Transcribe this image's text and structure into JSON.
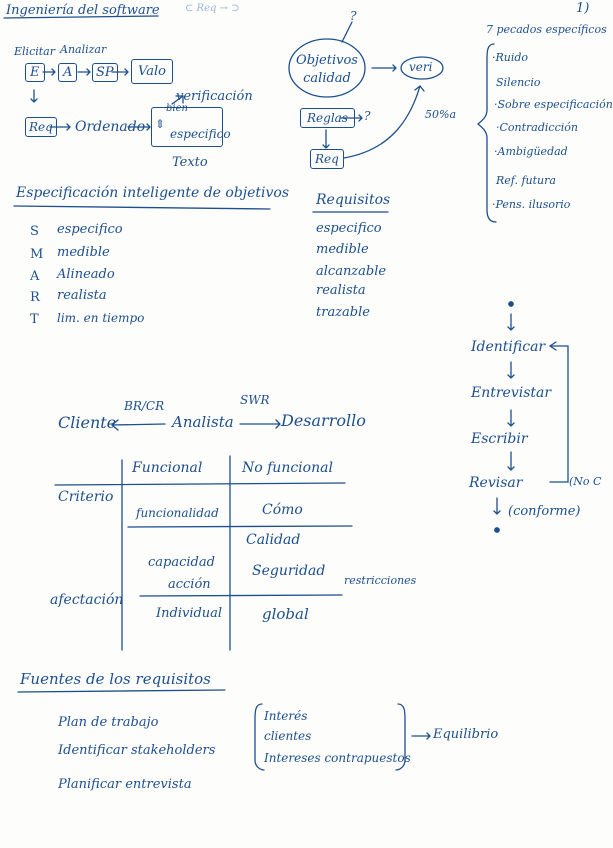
{
  "header": {
    "title": "Ingeniería del software",
    "tag": "⊂ Req → ⊃",
    "corner": "1)"
  },
  "flow": {
    "label_elicitar": "Elicitar",
    "label_analizar": "Analizar",
    "box_e": "E",
    "box_a": "A",
    "box_sp": "SP",
    "box_valo": "Valo",
    "box_req": "Req",
    "ordenado": "Ordenado",
    "verificacion": "verificación",
    "bien": "bien",
    "especifico": "especifico",
    "texto": "Texto"
  },
  "smart": {
    "title": "Especificación inteligente de objetivos",
    "items": [
      {
        "letter": "S",
        "text": "especifico"
      },
      {
        "letter": "M",
        "text": "medible"
      },
      {
        "letter": "A",
        "text": "Alineado"
      },
      {
        "letter": "R",
        "text": "realista"
      },
      {
        "letter": "T",
        "text": "lim. en tiempo"
      }
    ]
  },
  "objectives": {
    "circle": "Objetivos calidad",
    "question": "?",
    "veri": "veri",
    "reglas": "Reglas",
    "reglas_q": "?",
    "req": "Req",
    "percent": "50%a"
  },
  "requisitos": {
    "title": "Requisitos",
    "items": [
      "especifico",
      "medible",
      "alcanzable",
      "realista",
      "trazable"
    ]
  },
  "sins": {
    "title": "7 pecados específicos",
    "items": [
      "Ruido",
      "Silencio",
      "Sobre especificación",
      "Contradicción",
      "Ambigüedad",
      "Ref. futura",
      "Pens. ilusorio"
    ]
  },
  "process": {
    "steps": [
      "Identificar",
      "Entrevistar",
      "Escribir",
      "Revisar"
    ],
    "no_label": "(No C",
    "conforme": "(conforme)"
  },
  "roles": {
    "cliente": "Cliente",
    "analista": "Analista",
    "desarrollo": "Desarrollo",
    "brcr": "BR/CR",
    "swr": "SWR"
  },
  "table": {
    "col_funcional": "Funcional",
    "col_no_funcional": "No funcional",
    "row_criterio": "Criterio",
    "row_afectacion": "afectación",
    "funcionalidad": "funcionalidad",
    "como": "Cómo",
    "capacidad": "capacidad",
    "accion": "acción",
    "calidad": "Calidad",
    "seguridad": "Seguridad",
    "restricciones": "restricciones",
    "individual": "Individual",
    "global": "global"
  },
  "fuentes": {
    "title": "Fuentes de los requisitos",
    "items": [
      "Plan de trabajo",
      "Identificar stakeholders",
      "Planificar entrevista"
    ],
    "brace": [
      "Interés",
      "clientes",
      "Intereses contrapuestos"
    ],
    "equilibrio": "Equilibrio"
  }
}
